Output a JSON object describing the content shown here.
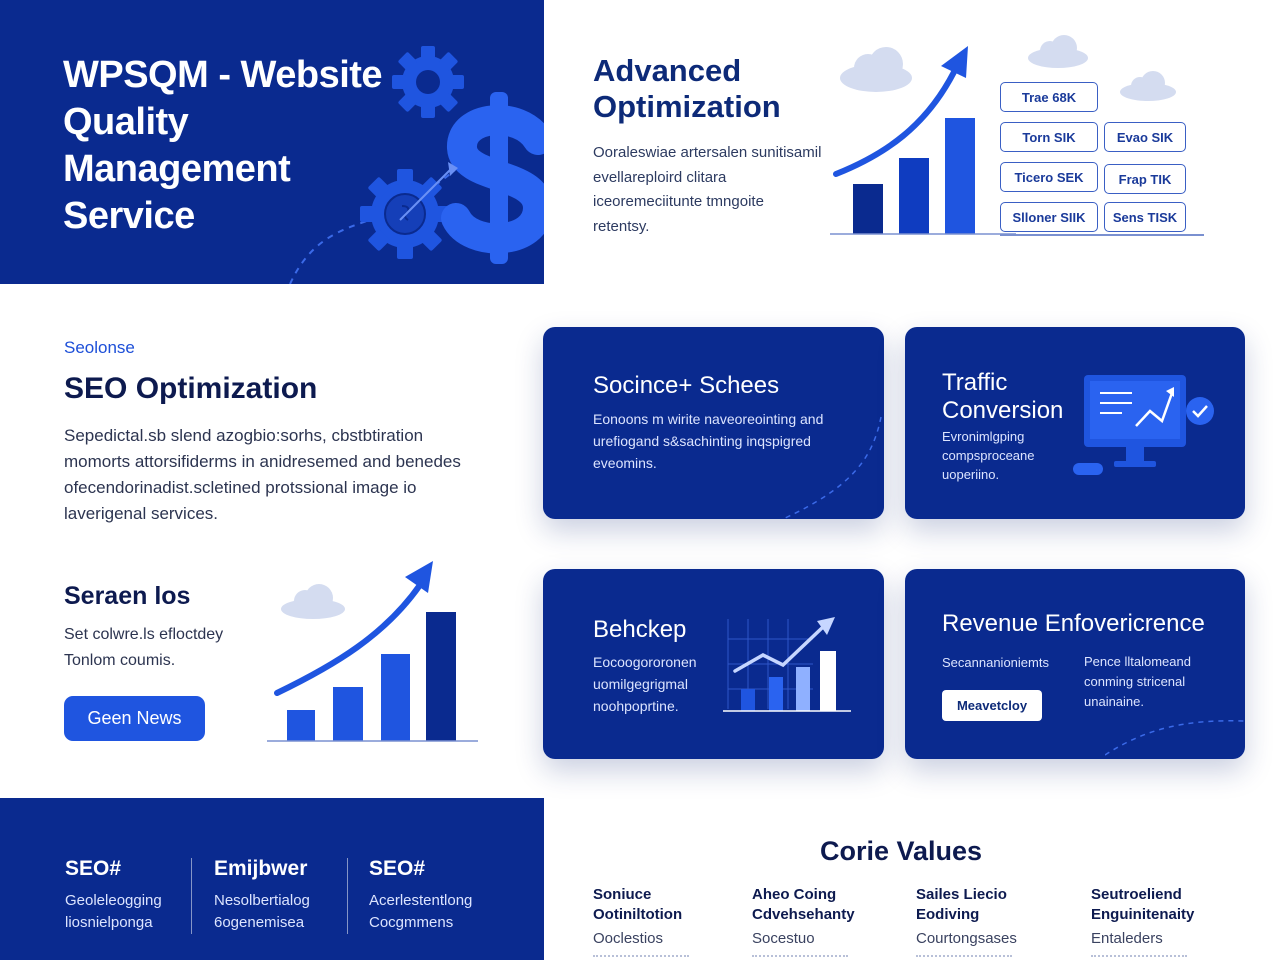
{
  "hero": {
    "title": "WPSQM - Website Quality Management Service"
  },
  "advanced": {
    "title": "Advanced Optimization",
    "text": "Ooraleswiae artersalen sunitisamil evellareploird clitara iceoremeciitunte tmngoite retentsy.",
    "tags": [
      "Trae 68K",
      "Torn SIK",
      "Evao SIK",
      "Ticero SEK",
      "Frap TIK",
      "Slloner SIIK",
      "Sens TISK"
    ]
  },
  "seo": {
    "eyebrow": "Seolonse",
    "title": "SEO Optimization",
    "text": "Sepedictal.sb slend azogbio:sorhs, cbstbtiration momorts attorsifiderms in anidresemed and benedes ofecendorinadist.scletined protssional image io laverigenal services."
  },
  "serenlos": {
    "title": "Seraen los",
    "text": "Set colwre.ls efloctdey Tonlom coumis.",
    "button_label": "Geen News"
  },
  "cards": {
    "sociance": {
      "title": "Socince+ Schees",
      "text": "Eonoons m wirite naveoreointing and urefiogand s&sachinting inqspigred eveomins."
    },
    "traffic": {
      "title": "Traffic Conversion",
      "text": "Evronimlgping compsproceane uoperiino."
    },
    "behckep": {
      "title": "Behckep",
      "text": "Eocoogororonen uomilgegrigmal noohpoprtine."
    },
    "revenue": {
      "title": "Revenue Enfovericrence",
      "text_left": "Secannanioniemts",
      "text_right": "Pence lltalomeand conming stricenal unainaine.",
      "button_label": "Meavetcloy"
    }
  },
  "bottom_left": {
    "columns": [
      {
        "heading": "SEO#",
        "text": "Geoleleogging liosnielponga"
      },
      {
        "heading": "Emijbwer",
        "text": "Nesolbertialog 6ogenemisea"
      },
      {
        "heading": "SEO#",
        "text": "Acerlestentlong Cocgmmens"
      }
    ]
  },
  "core_values": {
    "title": "Corie Values",
    "columns": [
      {
        "heading": "Soniuce Ootiniltotion",
        "text": "Ooclestios"
      },
      {
        "heading": "Aheo Coing Cdvehsehanty",
        "text": "Socestuo"
      },
      {
        "heading": "Sailes Liecio Eodiving",
        "text": "Courtongsases"
      },
      {
        "heading": "Seutroeliend Enguinitenaity",
        "text": "Entaleders"
      }
    ]
  },
  "colors": {
    "navy": "#0a2a8f",
    "accent_blue": "#1f55e0",
    "bright_blue": "#2a63f0",
    "dark_text": "#0d1a4f"
  },
  "icons": [
    "gear-icon",
    "dollar-sign-icon",
    "growth-arrow-icon",
    "cloud-icon",
    "monitor-chart-icon",
    "check-circle-icon",
    "mouse-icon"
  ]
}
